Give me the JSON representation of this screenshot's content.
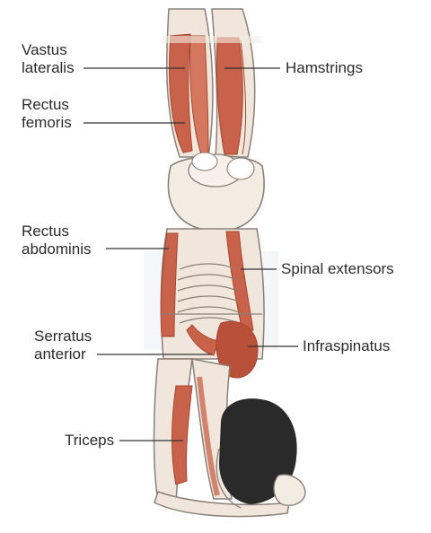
{
  "labels": {
    "vastus_lateralis": {
      "line1": "Vastus",
      "line2": "lateralis"
    },
    "rectus_femoris": {
      "line1": "Rectus",
      "line2": "femoris"
    },
    "rectus_abdominis": {
      "line1": "Rectus",
      "line2": "abdominis"
    },
    "serratus_anterior": {
      "line1": "Serratus",
      "line2": "anterior"
    },
    "triceps": "Triceps",
    "hamstrings": "Hamstrings",
    "spinal_extensors": "Spinal extensors",
    "infraspinatus": "Infraspinatus"
  },
  "colors": {
    "muscle": "#c8624a",
    "muscle_dark": "#a9452f",
    "bone": "#f3ece2",
    "outline": "#8a8078",
    "hair": "#2a2a2a"
  }
}
